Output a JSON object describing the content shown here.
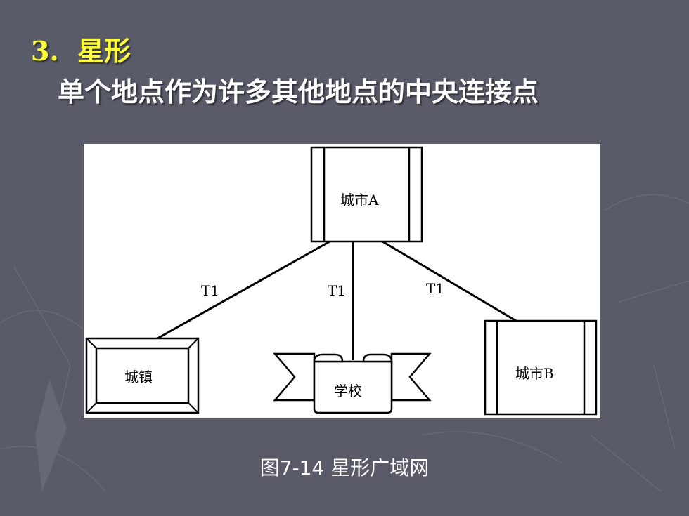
{
  "slide": {
    "heading_number": "3.",
    "heading_text": "星形",
    "subtitle": "单个地点作为许多其他地点的中央连接点",
    "caption": "图7-14  星形广域网"
  },
  "diagram": {
    "nodes": {
      "city_a": "城市A",
      "city_b": "城市B",
      "town": "城镇",
      "school": "学校"
    },
    "links": {
      "town_link": "T1",
      "school_link": "T1",
      "city_b_link": "T1"
    }
  },
  "colors": {
    "background": "#595b68",
    "heading": "#ffff33",
    "text": "#ffffff"
  }
}
